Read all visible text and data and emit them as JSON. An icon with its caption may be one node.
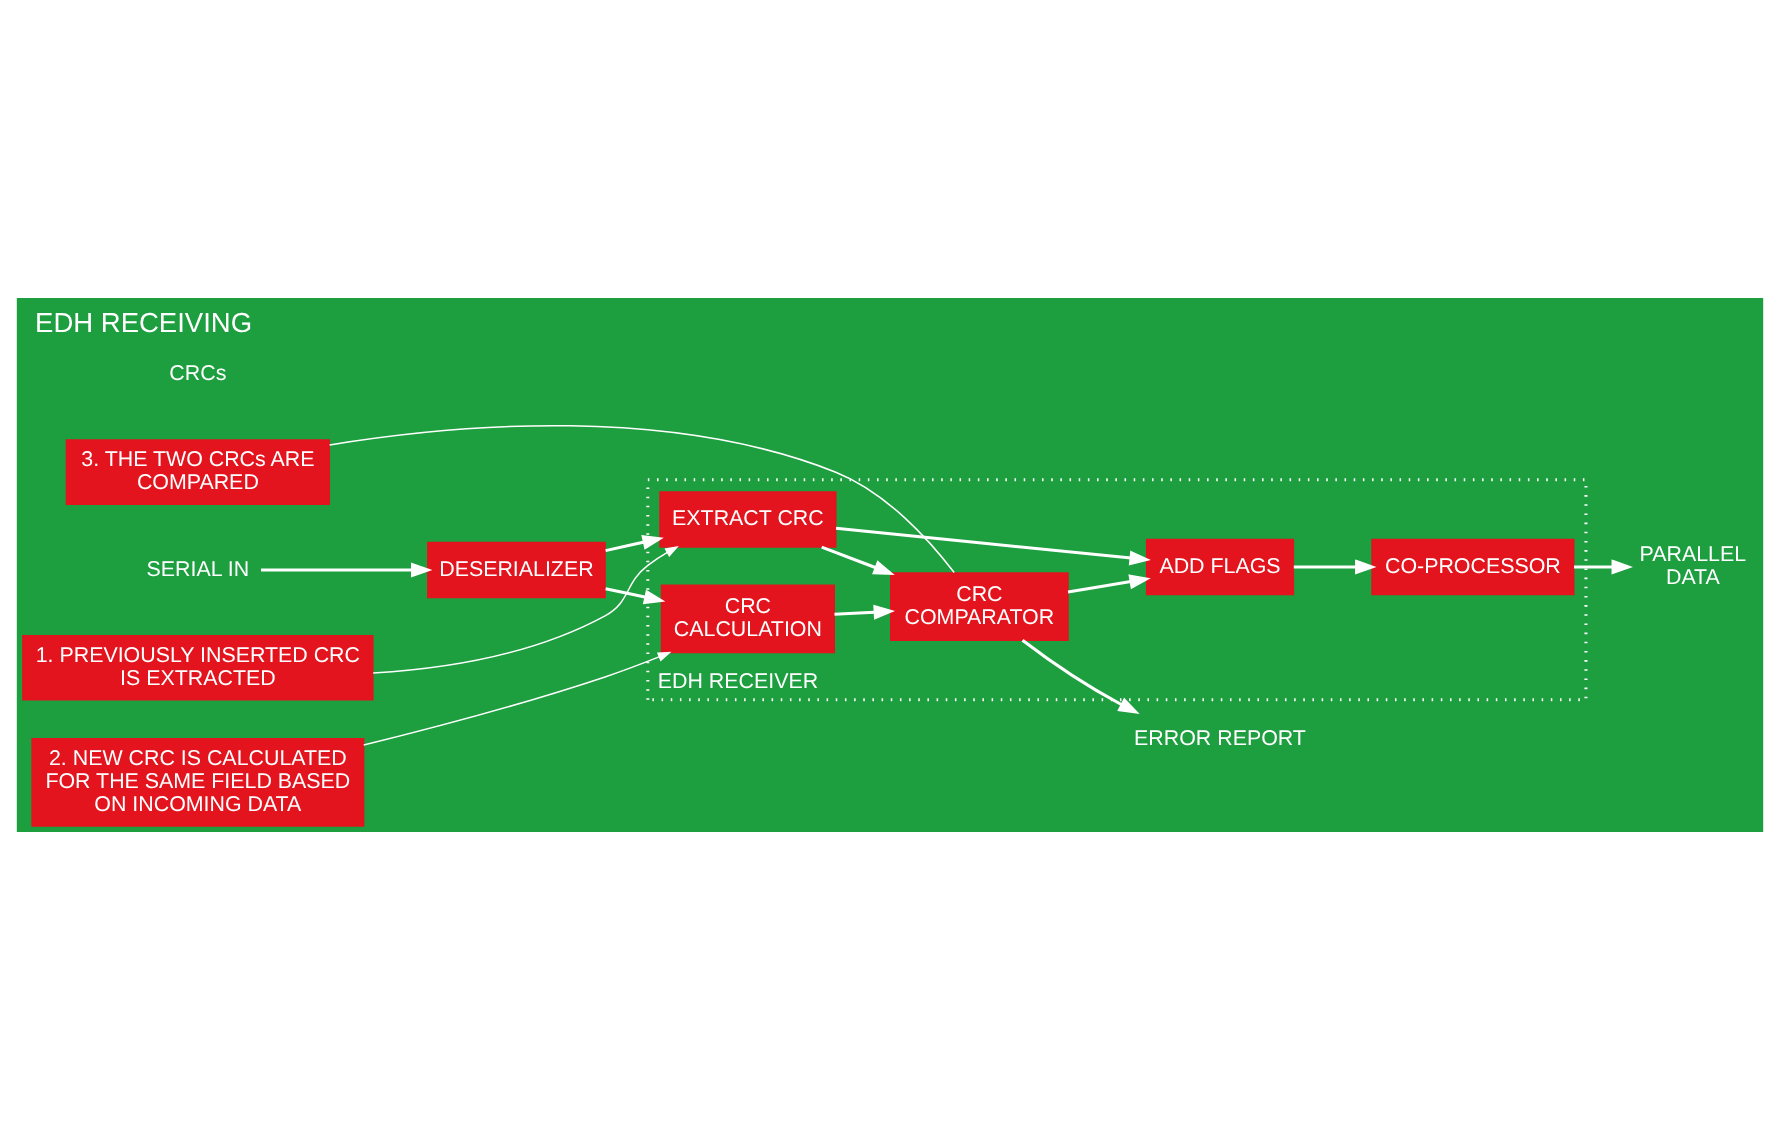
{
  "diagram": {
    "title": "EDH RECEIVING",
    "nodes": [
      {
        "text": [
          "EDH RECEIVER"
        ]
      },
      {
        "text": [
          "DESERIALIZER"
        ]
      },
      {
        "text": [
          "EXTRACT CRC"
        ],
        "in": 0
      },
      {
        "text": [
          "ADD FLAGS"
        ],
        "in": 0
      },
      {
        "text": [
          "CO-PROCESSOR"
        ],
        "in": 0
      },
      {
        "text": [
          "CRC COMPARATOR"
        ],
        "in": 0
      },
      {
        "text": [
          "CRC CALCULATION"
        ],
        "in": 0
      },
      {
        "text": [
          "1. PREVIOUSLY INSERTED CRC IS EXTRACTED"
        ]
      },
      {
        "text": [
          "2. NEW CRC IS CALCULATED FOR THE SAME FIELD BASED ON INCOMING DATA"
        ]
      },
      {
        "text": [
          "3. THE TWO CRCs ARE COMPARED"
        ]
      },
      {
        "text": [
          "SERIAL IN"
        ]
      },
      {
        "text": [
          "PARALLEL DATA"
        ]
      },
      {
        "text": [
          "ERROR REPORT"
        ]
      }
    ],
    "edges": [
      {
        "from": 10,
        "to": 1,
        "arrow": "to"
      },
      {
        "from": 1,
        "to": 2,
        "arrow": "to"
      },
      {
        "from": 1,
        "to": 6,
        "arrow": "to"
      },
      {
        "from": 2,
        "to": 3,
        "arrow": "to"
      },
      {
        "from": 3,
        "to": 4,
        "arrow": "to"
      },
      {
        "from": 4,
        "to": 11,
        "arrow": "to"
      },
      {
        "from": 2,
        "to": 5,
        "arrow": "to"
      },
      {
        "from": 6,
        "to": 5,
        "arrow": "to"
      },
      {
        "from": 5,
        "to": 3,
        "arrow": "to"
      },
      {
        "from": 5,
        "to": 12,
        "arrow": "to"
      },
      {
        "from": 7,
        "to": 2,
        "arrow": "to"
      },
      {
        "from": 8,
        "to": 6,
        "arrow": "to"
      },
      {
        "from": 9,
        "to": 5,
        "arrow": "none"
      }
    ],
    "labels": [
      "CRCs"
    ]
  }
}
